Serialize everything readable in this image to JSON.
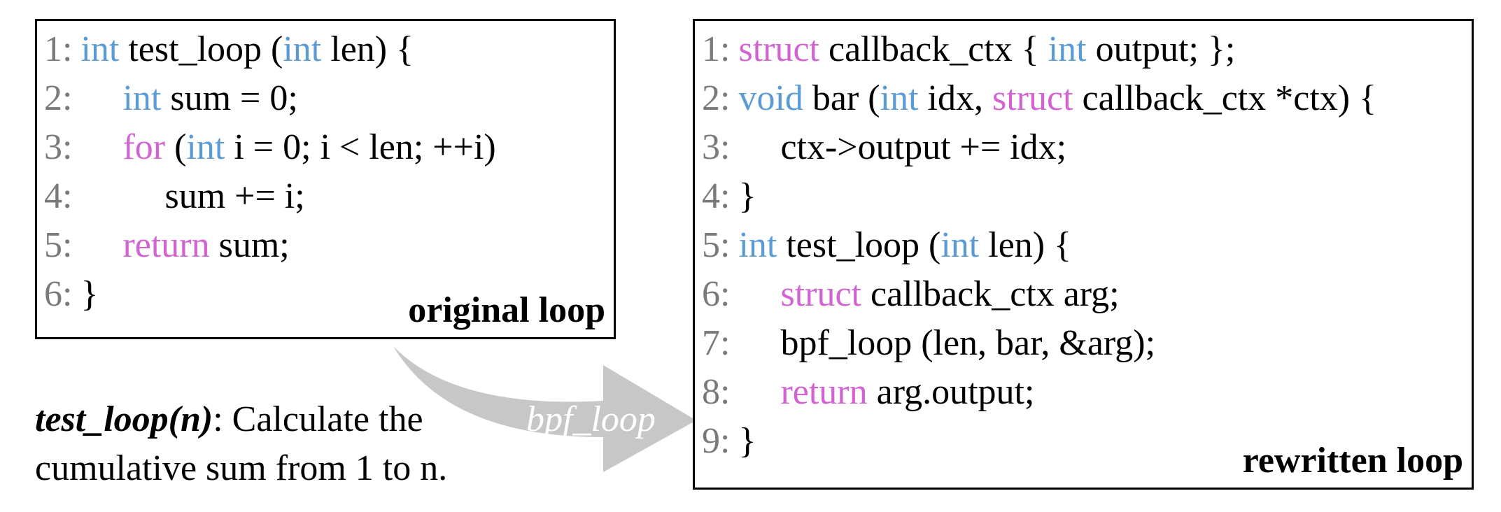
{
  "original": {
    "caption": "original loop",
    "lines": [
      {
        "num": "1:",
        "indent": 0,
        "parts": [
          {
            "text": "int",
            "cls": "k"
          },
          {
            "text": " test_loop ("
          },
          {
            "text": "int",
            "cls": "k"
          },
          {
            "text": " len) {"
          }
        ]
      },
      {
        "num": "2:",
        "indent": 1,
        "parts": [
          {
            "text": "int",
            "cls": "k"
          },
          {
            "text": " sum = 0;"
          }
        ]
      },
      {
        "num": "3:",
        "indent": 1,
        "parts": [
          {
            "text": "for",
            "cls": "s"
          },
          {
            "text": " ("
          },
          {
            "text": "int",
            "cls": "k"
          },
          {
            "text": " i = 0; i < len; ++i)"
          }
        ]
      },
      {
        "num": "4:",
        "indent": 2,
        "parts": [
          {
            "text": "sum += i;"
          }
        ]
      },
      {
        "num": "5:",
        "indent": 1,
        "parts": [
          {
            "text": "return",
            "cls": "s"
          },
          {
            "text": " sum;"
          }
        ]
      },
      {
        "num": "6:",
        "indent": 0,
        "parts": [
          {
            "text": "}"
          }
        ]
      }
    ]
  },
  "rewritten": {
    "caption": "rewritten loop",
    "lines": [
      {
        "num": "1:",
        "indent": 0,
        "parts": [
          {
            "text": "struct",
            "cls": "s"
          },
          {
            "text": " callback_ctx { "
          },
          {
            "text": "int",
            "cls": "k"
          },
          {
            "text": " output; };"
          }
        ]
      },
      {
        "num": "2:",
        "indent": 0,
        "parts": [
          {
            "text": "void",
            "cls": "k"
          },
          {
            "text": " bar ("
          },
          {
            "text": "int",
            "cls": "k"
          },
          {
            "text": " idx, "
          },
          {
            "text": "struct",
            "cls": "s"
          },
          {
            "text": " callback_ctx *ctx) {"
          }
        ]
      },
      {
        "num": "3:",
        "indent": 1,
        "parts": [
          {
            "text": "ctx->output += idx;"
          }
        ]
      },
      {
        "num": "4:",
        "indent": 0,
        "parts": [
          {
            "text": "}"
          }
        ]
      },
      {
        "num": "5:",
        "indent": 0,
        "parts": [
          {
            "text": "int",
            "cls": "k"
          },
          {
            "text": " test_loop ("
          },
          {
            "text": "int",
            "cls": "k"
          },
          {
            "text": " len) {"
          }
        ]
      },
      {
        "num": "6:",
        "indent": 1,
        "parts": [
          {
            "text": "struct",
            "cls": "s"
          },
          {
            "text": " callback_ctx arg;"
          }
        ]
      },
      {
        "num": "7:",
        "indent": 1,
        "parts": [
          {
            "text": "bpf_loop (len, bar, &arg);"
          }
        ]
      },
      {
        "num": "8:",
        "indent": 1,
        "parts": [
          {
            "text": "return",
            "cls": "s"
          },
          {
            "text": " arg.output;"
          }
        ]
      },
      {
        "num": "9:",
        "indent": 0,
        "parts": [
          {
            "text": "}"
          }
        ]
      }
    ]
  },
  "arrow": {
    "label": "bpf_loop",
    "color": "#c7c7c7"
  },
  "description": {
    "function": "test_loop(n)",
    "text": ": Calculate the cumulative sum from 1 to n."
  },
  "colors": {
    "type_keyword": "#5b9bd5",
    "keyword": "#d264d2",
    "line_number": "#7a7a7a"
  }
}
